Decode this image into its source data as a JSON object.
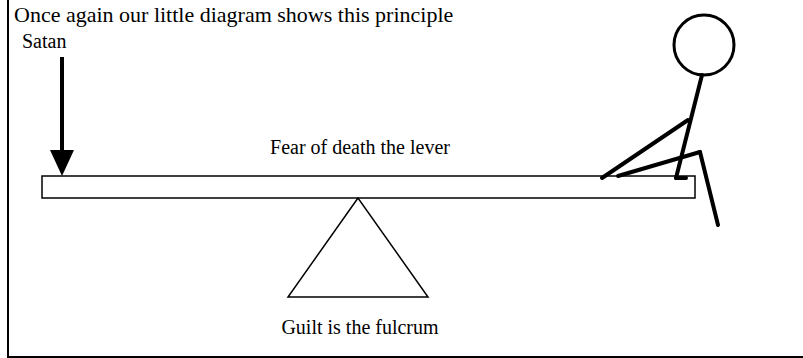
{
  "diagram": {
    "labels": [
      "Once again our little diagram shows this principle",
      "Satan",
      "Fear of death the lever",
      "Guilt is the fulcrum"
    ]
  }
}
